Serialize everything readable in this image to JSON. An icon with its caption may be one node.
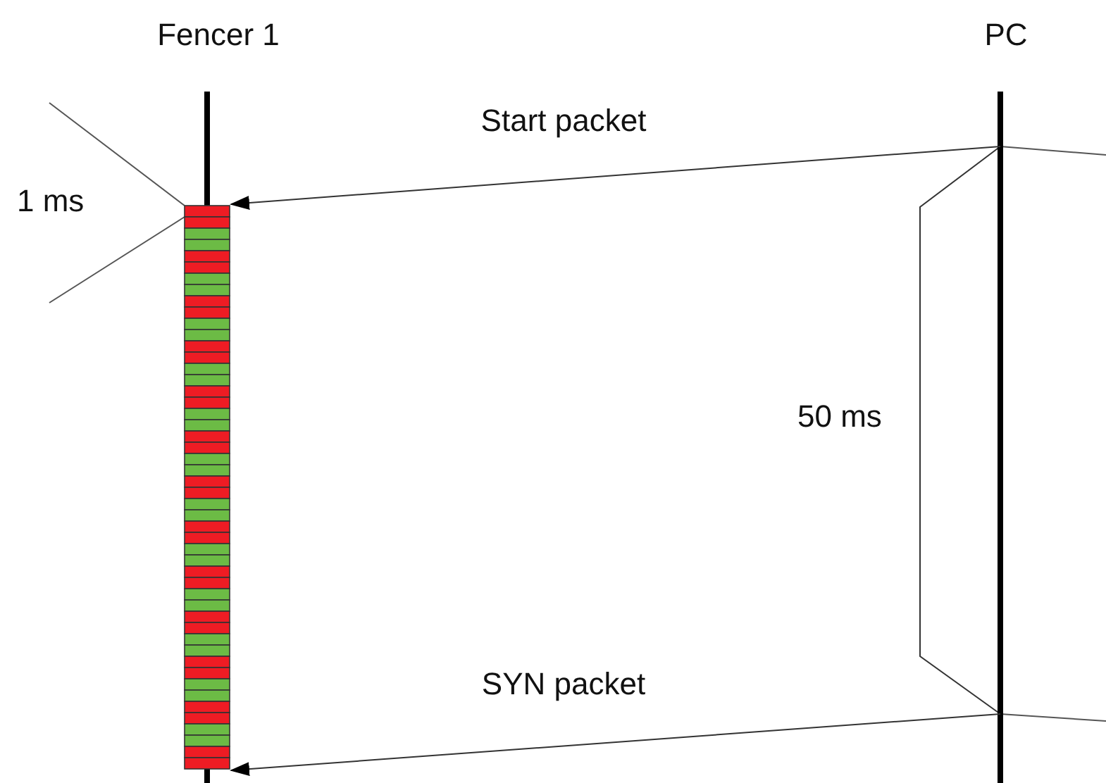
{
  "diagram": {
    "nodes": [
      {
        "text": [
          "Fencer 1"
        ]
      },
      {
        "text": [
          "PC"
        ]
      }
    ],
    "edges": [
      {
        "from": 1,
        "to": 0,
        "arrow": "to",
        "label": "Start packet"
      },
      {
        "from": 1,
        "to": 0,
        "arrow": "to",
        "label": "SYN packet"
      }
    ],
    "labels": [
      "1 ms",
      "50 ms"
    ]
  }
}
